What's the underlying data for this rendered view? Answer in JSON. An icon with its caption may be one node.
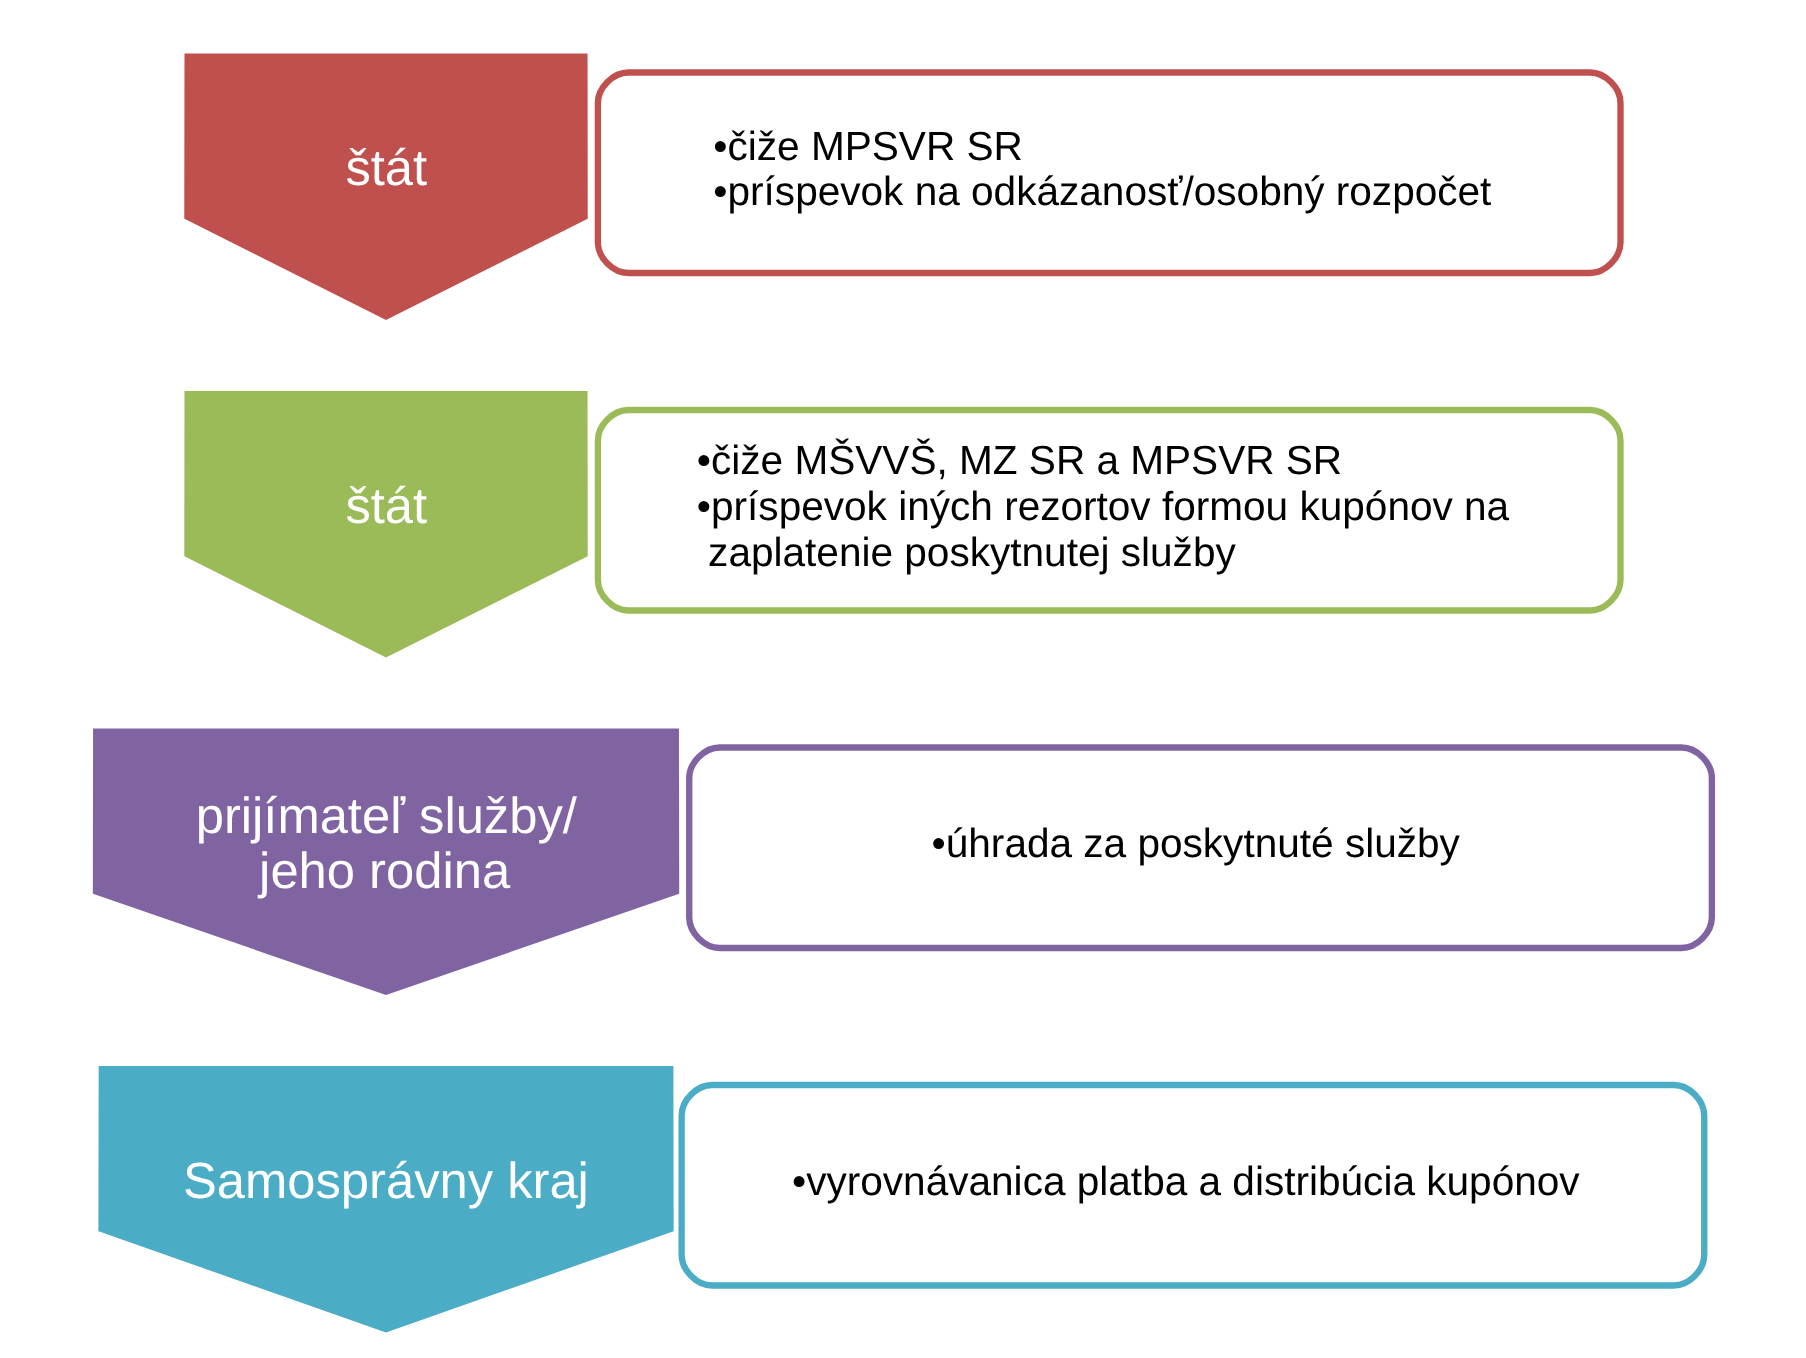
{
  "diagram": {
    "nodes": [
      {
        "text": [
          "štát"
        ]
      },
      {
        "text": [
          "•čiže MPSVR SR",
          "•príspevok na odkázanosť/osobný rozpočet"
        ]
      },
      {
        "text": [
          "štát"
        ]
      },
      {
        "text": [
          "•čiže MŠVVŠ, MZ SR a MPSVR SR",
          "•príspevok iných rezortov formou kupónov na zaplatenie poskytnutej služby"
        ]
      },
      {
        "text": [
          "prijímateľ služby/ jeho rodina"
        ]
      },
      {
        "text": [
          "•úhrada za poskytnuté služby"
        ]
      },
      {
        "text": [
          "Samosprávny kraj"
        ]
      },
      {
        "text": [
          "•vyrovnávanica platba a distribúcia kupónov"
        ]
      }
    ],
    "edges": []
  }
}
